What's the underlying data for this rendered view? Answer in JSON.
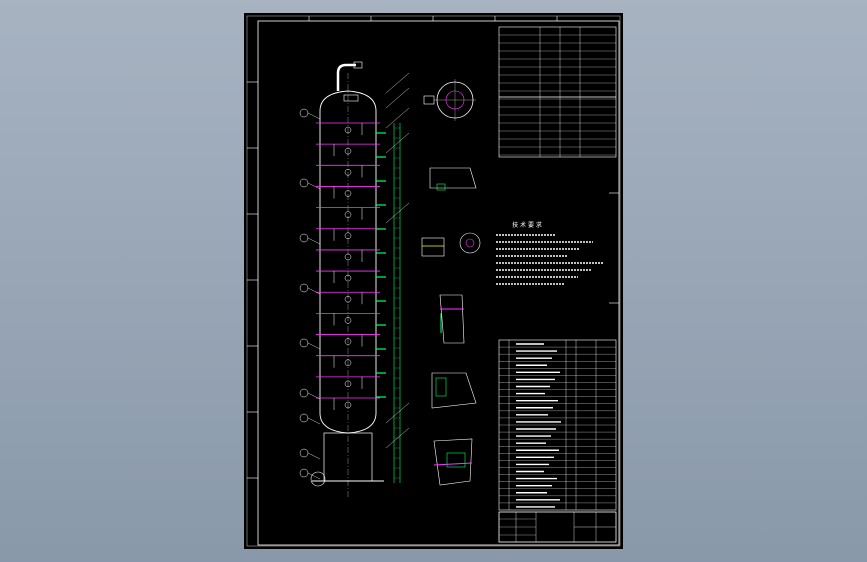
{
  "viewport": {
    "background_top": "#a7b3c1",
    "background_bottom": "#8998aa"
  },
  "drawing": {
    "sheet_color": "#000000",
    "frame_color": "#ffffff",
    "outline_color": "#ffffff",
    "tray_color": "#ff33ff",
    "nozzle_color": "#00ff66",
    "leader_color": "#ffffff",
    "detail_color": "#ffff00",
    "tower_tray_count": 14,
    "parts_list_rows": 24,
    "nozzle_table_rows": 8,
    "notes_title": "技 术 要 求"
  }
}
